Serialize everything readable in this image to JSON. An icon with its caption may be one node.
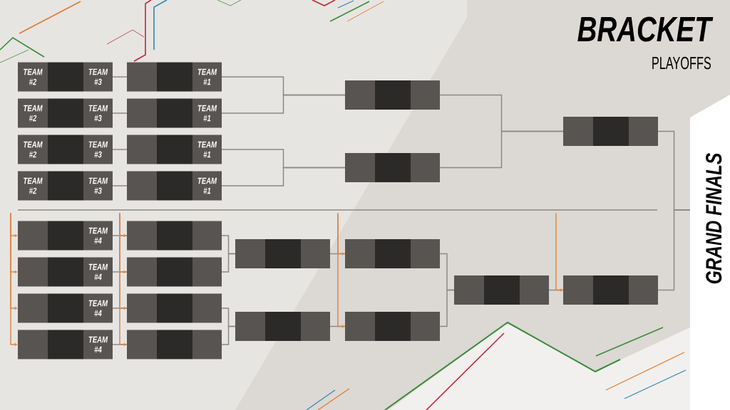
{
  "diagram": {
    "title": "BRACKET",
    "nodes": [
      {
        "text": [
          "TEAM #2",
          "TEAM #3"
        ]
      },
      {
        "text": [
          "TEAM #2",
          "TEAM #3"
        ]
      },
      {
        "text": [
          "TEAM #2",
          "TEAM #3"
        ]
      },
      {
        "text": [
          "TEAM #2",
          "TEAM #3"
        ]
      },
      {
        "text": [
          "TEAM #1"
        ]
      },
      {
        "text": [
          "TEAM #1"
        ]
      },
      {
        "text": [
          "TEAM #1"
        ]
      },
      {
        "text": [
          "TEAM #1"
        ]
      },
      {
        "text": [],
        "shape": "box"
      },
      {
        "text": [],
        "shape": "box"
      },
      {
        "text": [],
        "shape": "box"
      },
      {
        "text": [
          "TEAM #4"
        ]
      },
      {
        "text": [
          "TEAM #4"
        ]
      },
      {
        "text": [
          "TEAM #4"
        ]
      },
      {
        "text": [
          "TEAM #4"
        ]
      },
      {
        "text": [],
        "shape": "box"
      },
      {
        "text": [],
        "shape": "box"
      },
      {
        "text": [],
        "shape": "box"
      },
      {
        "text": [],
        "shape": "box"
      },
      {
        "text": [],
        "shape": "box"
      },
      {
        "text": [],
        "shape": "box"
      },
      {
        "text": [],
        "shape": "box"
      },
      {
        "text": [],
        "shape": "box"
      },
      {
        "text": [],
        "shape": "box"
      },
      {
        "text": [],
        "shape": "box"
      },
      {
        "text": [
          "GRAND FINALS"
        ]
      }
    ],
    "edges": [
      {
        "from": 0,
        "to": 4,
        "arrow": "none"
      },
      {
        "from": 1,
        "to": 5,
        "arrow": "none"
      },
      {
        "from": 2,
        "to": 6,
        "arrow": "none"
      },
      {
        "from": 3,
        "to": 7,
        "arrow": "none"
      },
      {
        "from": 4,
        "to": 8,
        "arrow": "none"
      },
      {
        "from": 5,
        "to": 8,
        "arrow": "none"
      },
      {
        "from": 6,
        "to": 9,
        "arrow": "none"
      },
      {
        "from": 7,
        "to": 9,
        "arrow": "none"
      },
      {
        "from": 8,
        "to": 10,
        "arrow": "none"
      },
      {
        "from": 9,
        "to": 10,
        "arrow": "none"
      },
      {
        "from": 10,
        "to": 25,
        "arrow": "none"
      },
      {
        "from": null,
        "to": 11,
        "arrow": "to",
        "color": "#d9874a"
      },
      {
        "from": null,
        "to": 12,
        "arrow": "to",
        "color": "#d9874a"
      },
      {
        "from": null,
        "to": 13,
        "arrow": "to",
        "color": "#d9874a"
      },
      {
        "from": null,
        "to": 14,
        "arrow": "to",
        "color": "#d9874a"
      },
      {
        "from": 11,
        "to": 15,
        "arrow": "none"
      },
      {
        "from": 12,
        "to": 16,
        "arrow": "none"
      },
      {
        "from": 13,
        "to": 17,
        "arrow": "none"
      },
      {
        "from": 14,
        "to": 18,
        "arrow": "none"
      },
      {
        "from": null,
        "to": 15,
        "arrow": "to",
        "color": "#d9874a"
      },
      {
        "from": null,
        "to": 16,
        "arrow": "to",
        "color": "#d9874a"
      },
      {
        "from": null,
        "to": 17,
        "arrow": "to",
        "color": "#d9874a"
      },
      {
        "from": null,
        "to": 18,
        "arrow": "to",
        "color": "#d9874a"
      },
      {
        "from": 15,
        "to": 19,
        "arrow": "none"
      },
      {
        "from": 16,
        "to": 19,
        "arrow": "none"
      },
      {
        "from": 17,
        "to": 20,
        "arrow": "none"
      },
      {
        "from": 18,
        "to": 20,
        "arrow": "none"
      },
      {
        "from": 19,
        "to": 21,
        "arrow": "none"
      },
      {
        "from": 20,
        "to": 22,
        "arrow": "none"
      },
      {
        "from": null,
        "to": 21,
        "arrow": "to",
        "color": "#d9874a"
      },
      {
        "from": null,
        "to": 22,
        "arrow": "to",
        "color": "#d9874a"
      },
      {
        "from": 21,
        "to": 23,
        "arrow": "none"
      },
      {
        "from": 22,
        "to": 23,
        "arrow": "none"
      },
      {
        "from": 23,
        "to": 24,
        "arrow": "none"
      },
      {
        "from": null,
        "to": 24,
        "arrow": "to",
        "color": "#d9874a"
      },
      {
        "from": 24,
        "to": 25,
        "arrow": "none"
      }
    ],
    "labels": [
      "PLAYOFFS"
    ]
  }
}
